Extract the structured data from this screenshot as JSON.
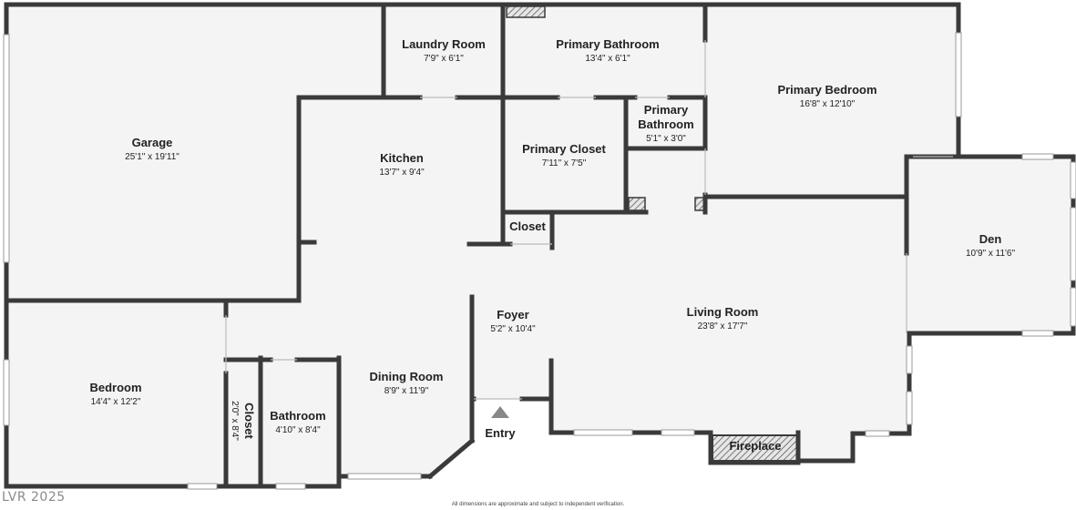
{
  "rooms": {
    "garage": {
      "name": "Garage",
      "dims": "25'1\" x 19'11\""
    },
    "laundry": {
      "name": "Laundry Room",
      "dims": "7'9\" x 6'1\""
    },
    "primary_bath": {
      "name": "Primary Bathroom",
      "dims": "13'4\" x 6'1\""
    },
    "primary_bedroom": {
      "name": "Primary Bedroom",
      "dims": "16'8\" x 12'10\""
    },
    "primary_bath_small": {
      "name_line1": "Primary",
      "name_line2": "Bathroom",
      "dims": "5'1\" x 3'0\""
    },
    "kitchen": {
      "name": "Kitchen",
      "dims": "13'7\" x 9'4\""
    },
    "primary_closet": {
      "name": "Primary Closet",
      "dims": "7'11\" x 7'5\""
    },
    "closet": {
      "name": "Closet"
    },
    "den": {
      "name": "Den",
      "dims": "10'9\" x 11'6\""
    },
    "foyer": {
      "name": "Foyer",
      "dims": "5'2\" x 10'4\""
    },
    "living": {
      "name": "Living Room",
      "dims": "23'8\" x 17'7\""
    },
    "bedroom": {
      "name": "Bedroom",
      "dims": "14'4\" x 12'2\""
    },
    "closet_vertical": {
      "name": "Closet",
      "dims": "2'0\" x 8'4\""
    },
    "bathroom": {
      "name": "Bathroom",
      "dims": "4'10\" x 8'4\""
    },
    "dining": {
      "name": "Dining Room",
      "dims": "8'9\" x 11'9\""
    }
  },
  "labels": {
    "entry": "Entry",
    "fireplace": "Fireplace"
  },
  "watermark": "LVR 2025",
  "disclaimer": "All dimensions are approximate and subject to independent verification.",
  "colors": {
    "wall": "#3a3a3a",
    "floor": "#f4f4f4",
    "window": "#ffffff"
  }
}
